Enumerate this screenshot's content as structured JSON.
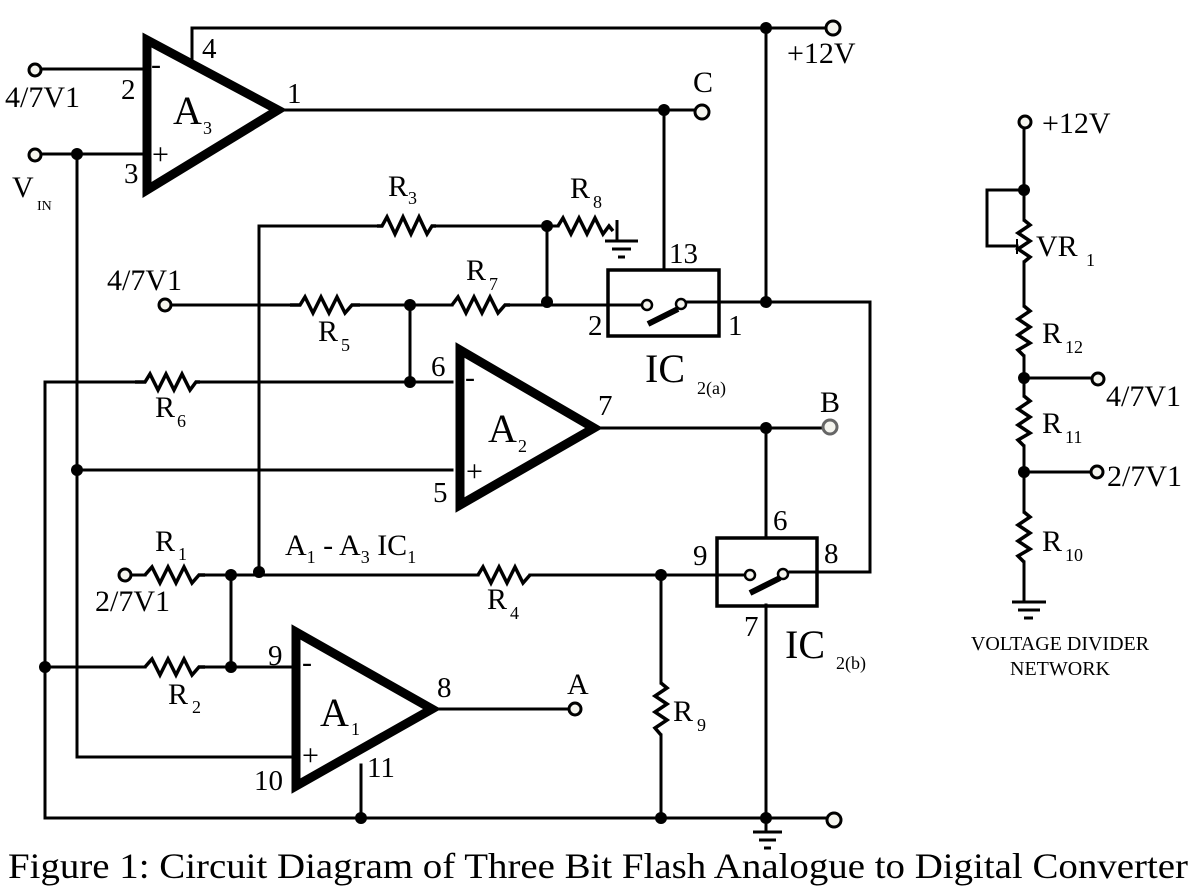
{
  "caption": "Figure 1: Circuit Diagram of Three Bit Flash Analogue to Digital Converter",
  "supply_label": "+12V",
  "ic1_label": {
    "a1": "A",
    "s1": "1",
    "dash": " - ",
    "a3": "A",
    "s3": "3",
    "ic": " IC",
    "sic": "1"
  },
  "opamps": {
    "A3": {
      "name": "A",
      "sub": "3",
      "pin_inv": "2",
      "pin_noninv": "3",
      "pin_out": "1",
      "pin_supply": "4",
      "minus": "-",
      "plus": "+"
    },
    "A2": {
      "name": "A",
      "sub": "2",
      "pin_inv": "6",
      "pin_noninv": "5",
      "pin_out": "7",
      "minus": "-",
      "plus": "+"
    },
    "A1": {
      "name": "A",
      "sub": "1",
      "pin_inv": "9",
      "pin_noninv": "10",
      "pin_out": "8",
      "pin_gnd": "11",
      "minus": "-",
      "plus": "+"
    }
  },
  "switches": {
    "IC2a": {
      "name": "IC",
      "sub": "2(a)",
      "pin_in": "2",
      "pin_out": "1",
      "pin_ctrl": "13"
    },
    "IC2b": {
      "name": "IC",
      "sub": "2(b)",
      "pin_in": "9",
      "pin_out": "8",
      "pin_ctrl": "6",
      "pin_gnd": "7"
    }
  },
  "resistors": {
    "R1": {
      "name": "R",
      "sub": "1"
    },
    "R2": {
      "name": "R",
      "sub": "2"
    },
    "R3": {
      "name": "R",
      "sub": "3"
    },
    "R4": {
      "name": "R",
      "sub": "4"
    },
    "R5": {
      "name": "R",
      "sub": "5"
    },
    "R6": {
      "name": "R",
      "sub": "6"
    },
    "R7": {
      "name": "R",
      "sub": "7"
    },
    "R8": {
      "name": "R",
      "sub": "8"
    },
    "R9": {
      "name": "R",
      "sub": "9"
    },
    "R10": {
      "name": "R",
      "sub": "10"
    },
    "R11": {
      "name": "R",
      "sub": "11"
    },
    "R12": {
      "name": "R",
      "sub": "12"
    },
    "VR1": {
      "name": "VR",
      "sub": "1"
    }
  },
  "terminals": {
    "in_4_7_top": "4/7V1",
    "vin": {
      "name": "V",
      "sub": "IN"
    },
    "in_4_7_mid": "4/7V1",
    "in_2_7": "2/7V1",
    "out_C": "C",
    "out_B": "B",
    "out_A": "A"
  },
  "divider": {
    "supply": "+12V",
    "tap_4_7": "4/7V1",
    "tap_2_7": "2/7V1",
    "title_line1": "VOLTAGE DIVIDER",
    "title_line2": "NETWORK"
  }
}
